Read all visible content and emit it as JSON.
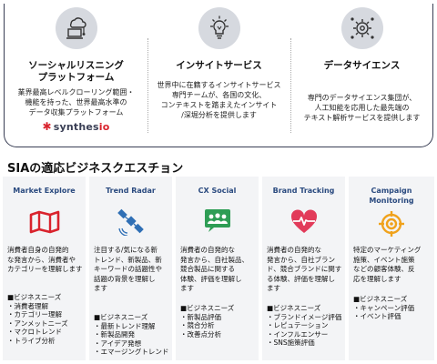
{
  "services": [
    {
      "icon": "cloud-laptop-icon",
      "title_lines": [
        "ソーシャルリスニング",
        "プラットフォーム"
      ],
      "description": "業界最高レベルクローリング範囲・\n機能を持った、世界最高水準の\nデータ収集プラットフォーム",
      "logo": {
        "prefix": "synthes",
        "suffix": "io"
      }
    },
    {
      "icon": "lightbulb-icon",
      "title_lines": [
        "インサイトサービス"
      ],
      "description": "世界中に在籍するインサイトサービス\n専門チームが、各国の文化、\nコンテキストを踏まえたインサイト\n/深堀分析を提供します"
    },
    {
      "icon": "gear-network-icon",
      "title_lines": [
        "データサイエンス"
      ],
      "description": "専門のデータサイエンス集団が、\n人工知能を応用した最先端の\nテキスト解析サービスを提供します"
    }
  ],
  "solutions_title": "SIAの適応ビジネスクエスチョン",
  "solutions": [
    {
      "name": "Market Explore",
      "icon": "map-icon",
      "description": "消費者自身の自発的\nな発言から、消費者や\nカテゴリーを理解します",
      "needs_label": "■ビジネスニーズ",
      "needs": [
        "消費者理解",
        "カテゴリー理解",
        "アンメットニーズ",
        "マクロトレンド",
        "トライブ分析"
      ]
    },
    {
      "name": "Trend Radar",
      "icon": "satellite-icon",
      "description": "注目する/気になる新\nトレンド、新製品、新\nキーワードの話題性や\n話題の背景を理解し\nます",
      "needs_label": "■ビジネスニーズ",
      "needs": [
        "最新トレンド理解",
        "新製品開発",
        "アイデア発想",
        "エマージングトレンド"
      ]
    },
    {
      "name": "CX Social",
      "icon": "people-chat-icon",
      "description": "消費者の自発的な\n発言から、自社製品、\n競合製品に関する\n体験、評価を理解し\nます",
      "needs_label": "■ビジネスニーズ",
      "needs": [
        "新製品評価",
        "競合分析",
        "改善点分析"
      ]
    },
    {
      "name": "Brand Tracking",
      "icon": "heart-pulse-icon",
      "description": "消費者の自発的な\n発言から、自社ブラン\nド、競合ブランドに関す\nる体験、評価を理解し\nます",
      "needs_label": "■ビジネスニーズ",
      "needs": [
        "ブランドイメージ評価",
        "レピュテーション",
        "インフルエンサー",
        "SNS施策評価"
      ]
    },
    {
      "name": "Campaign\nMonitoring",
      "icon": "target-icon",
      "description": "特定のマーケティング\n施策、イベント施策\nなどの顧客体験、反\n応を理解します",
      "needs_label": "■ビジネスニーズ",
      "needs": [
        "キャンペーン評価",
        "イベント評価"
      ]
    }
  ],
  "colors": {
    "panel_border": "#3a3f55",
    "card_bg": "#f3f4f6",
    "card_title": "#2a4a7f",
    "map_red": "#d9232d",
    "satellite_blue": "#2f6fb5",
    "chat_green": "#2e9d55",
    "heart_pink": "#e23b5a",
    "target_orange": "#f0a21c"
  }
}
